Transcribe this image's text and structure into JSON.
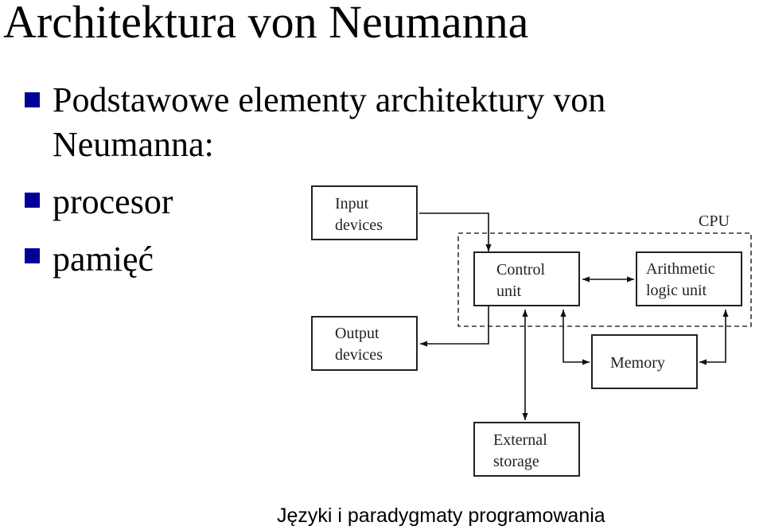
{
  "slide": {
    "title": "Architektura von Neumanna",
    "bullets": [
      {
        "line1": "Podstawowe elementy architektury von",
        "line2": "Neumanna:"
      },
      {
        "line1": "procesor"
      },
      {
        "line1": "pamięć"
      }
    ],
    "footer": "Języki i paradygmaty programowania",
    "bullet_color": "#000099"
  },
  "diagram": {
    "cpu_label": "CPU",
    "nodes": {
      "input": [
        "Input",
        "devices"
      ],
      "output": [
        "Output",
        "devices"
      ],
      "control": [
        "Control",
        "unit"
      ],
      "alu": [
        "Arithmetic",
        "logic unit"
      ],
      "memory": [
        "Memory"
      ],
      "storage": [
        "External",
        "storage"
      ]
    }
  }
}
